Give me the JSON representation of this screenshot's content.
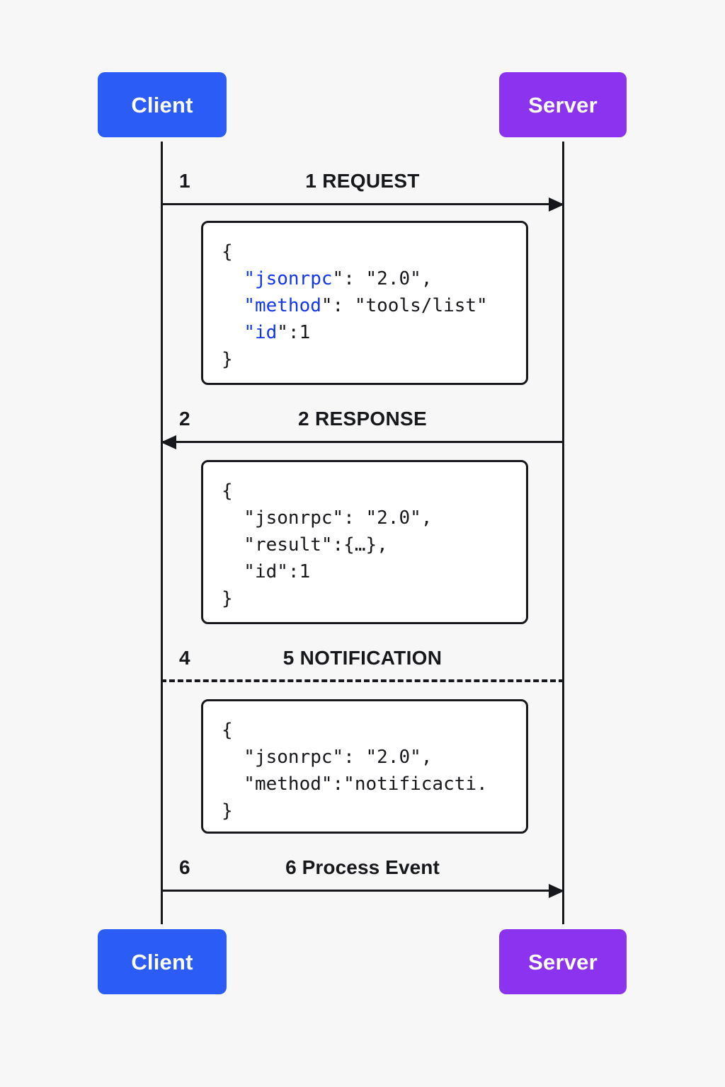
{
  "diagram": {
    "title": "JSON-RPC client/server sequence",
    "background_color": "#f7f7f7",
    "line_color": "#17181c",
    "participants": {
      "client": {
        "label": "Client",
        "color": "#2b5cf6"
      },
      "server": {
        "label": "Server",
        "color": "#8b33ee"
      }
    },
    "messages": [
      {
        "seq": "1",
        "label": "1  REQUEST",
        "direction": "client-to-server",
        "line_style": "solid",
        "arrowhead": "filled-right"
      },
      {
        "seq": "2",
        "label": "2  RESPONSE",
        "direction": "server-to-client",
        "line_style": "solid",
        "arrowhead": "filled-left"
      },
      {
        "seq": "4",
        "label": "5  NOTIFICATION",
        "direction": "server-to-client",
        "line_style": "dashed",
        "arrowhead": "none"
      },
      {
        "seq": "6",
        "label": "6  Process Event",
        "direction": "client-to-server",
        "line_style": "solid",
        "arrowhead": "filled-right"
      }
    ],
    "code_blocks": [
      {
        "id": "request-payload",
        "key_color": "#1335ee",
        "lines": [
          [
            {
              "t": "{",
              "c": "plain"
            }
          ],
          [
            {
              "t": "  ",
              "c": "plain"
            },
            {
              "t": "\"jsonrpc",
              "c": "key"
            },
            {
              "t": "\": \"2.0\",",
              "c": "plain"
            }
          ],
          [
            {
              "t": "  ",
              "c": "plain"
            },
            {
              "t": "\"method",
              "c": "key"
            },
            {
              "t": "\": \"tools/list\"",
              "c": "plain"
            }
          ],
          [
            {
              "t": "  ",
              "c": "plain"
            },
            {
              "t": "\"id",
              "c": "key"
            },
            {
              "t": "\":1",
              "c": "plain"
            }
          ],
          [
            {
              "t": "}",
              "c": "plain"
            }
          ]
        ]
      },
      {
        "id": "response-payload",
        "key_color": "#17181c",
        "lines": [
          [
            {
              "t": "{",
              "c": "plain"
            }
          ],
          [
            {
              "t": "  \"jsonrpc\": \"2.0\",",
              "c": "plain"
            }
          ],
          [
            {
              "t": "  \"result\":{…},",
              "c": "plain"
            }
          ],
          [
            {
              "t": "  \"id\":1",
              "c": "plain"
            }
          ],
          [
            {
              "t": "}",
              "c": "plain"
            }
          ]
        ]
      },
      {
        "id": "notification-payload",
        "key_color": "#17181c",
        "lines": [
          [
            {
              "t": "{",
              "c": "plain"
            }
          ],
          [
            {
              "t": "  \"jsonrpc\": \"2.0\",",
              "c": "plain"
            }
          ],
          [
            {
              "t": "  \"method\":\"notificacti.",
              "c": "plain"
            }
          ],
          [
            {
              "t": "}",
              "c": "plain"
            }
          ]
        ]
      }
    ]
  }
}
